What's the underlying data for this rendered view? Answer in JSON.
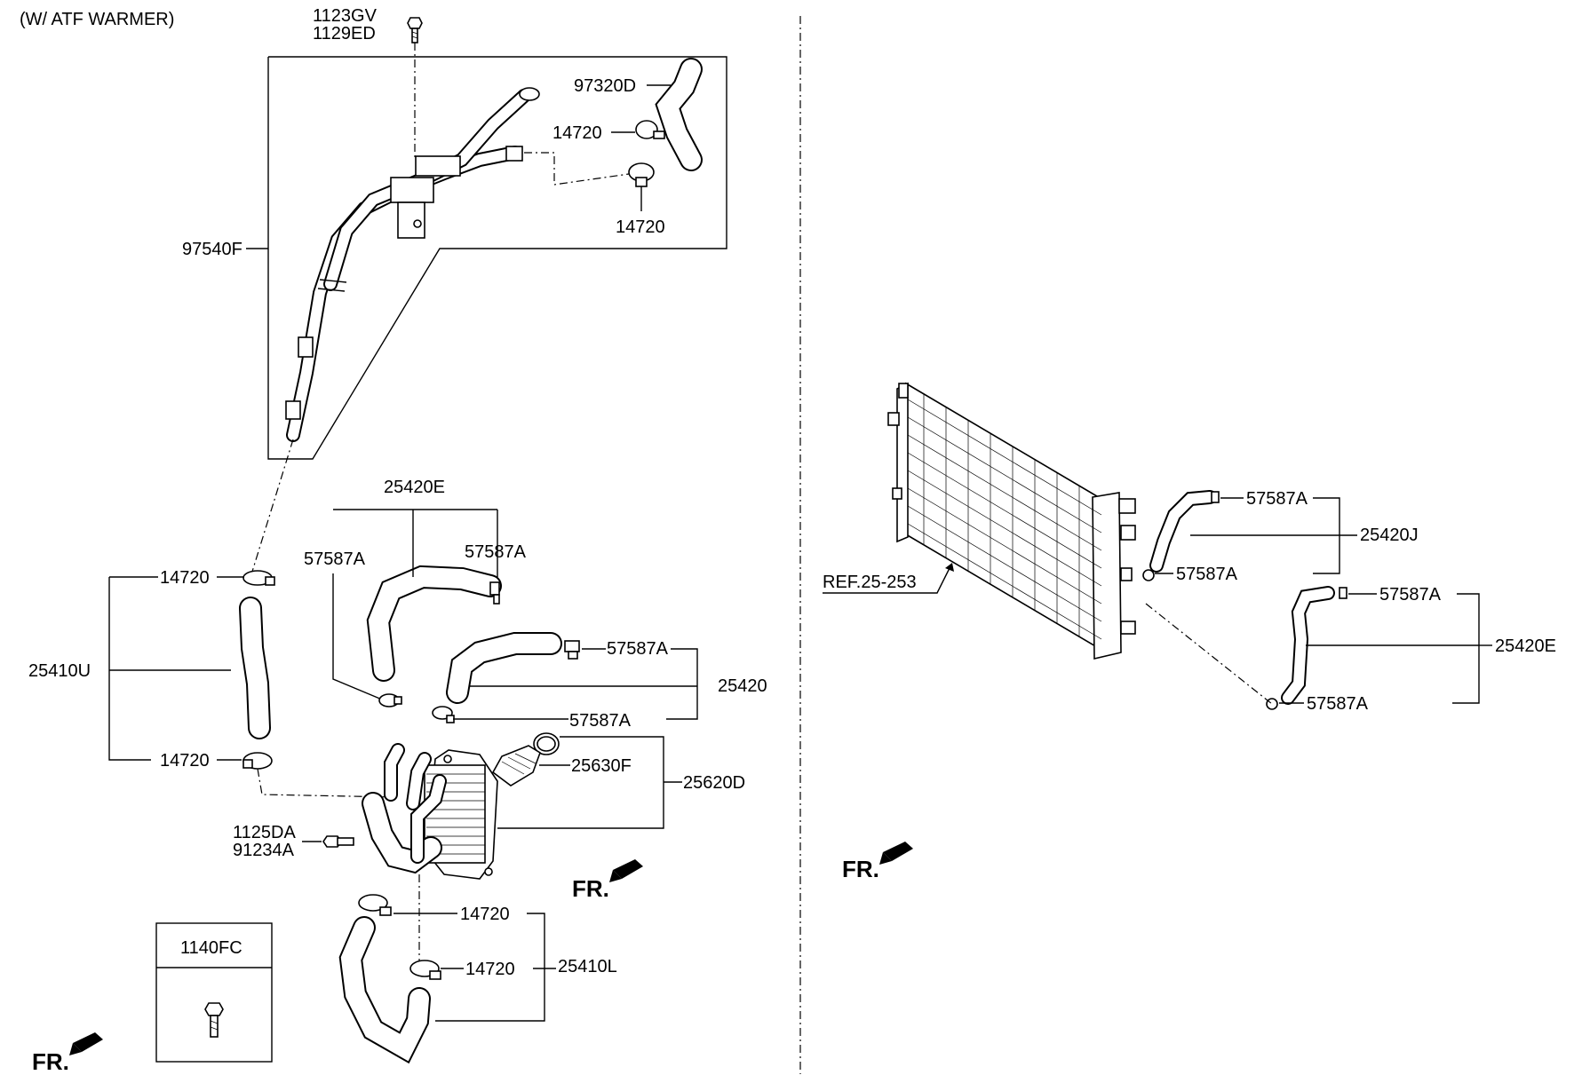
{
  "header_note": "(W/ ATF WARMER)",
  "labels": {
    "bolt_top_a": "1123GV",
    "bolt_top_b": "1129ED",
    "hose_97320D": "97320D",
    "clamp_upper_1": "14720",
    "clamp_upper_2": "14720",
    "pipe_97540F": "97540F",
    "hose_25420E_top": "25420E",
    "clamp_57587A_1": "57587A",
    "clamp_57587A_2": "57587A",
    "clamp_14720_left1": "14720",
    "hose_25410U": "25410U",
    "clamp_14720_left2": "14720",
    "clamp_57587A_3": "57587A",
    "hose_25420": "25420",
    "clamp_57587A_4": "57587A",
    "fitting_25630F": "25630F",
    "cooler_25620D": "25620D",
    "bolt_1125DA": "1125DA",
    "bolt_91234A": "91234A",
    "clamp_14720_low1": "14720",
    "clamp_14720_low2": "14720",
    "hose_25410L": "25410L",
    "box_part": "1140FC",
    "fr_mid": "FR.",
    "fr_left": "FR.",
    "fr_right": "FR.",
    "rad_clamp_1": "57587A",
    "rad_hose_25420J": "25420J",
    "rad_clamp_2": "57587A",
    "rad_ref": "REF.25-253",
    "rad_clamp_3": "57587A",
    "rad_hose_25420E": "25420E",
    "rad_clamp_4": "57587A"
  }
}
